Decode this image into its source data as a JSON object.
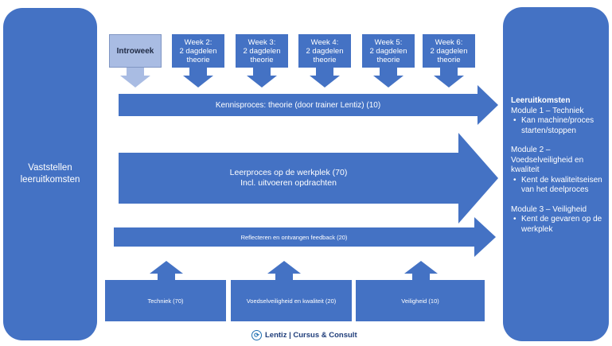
{
  "left_box": {
    "text_line1": "Vaststellen",
    "text_line2": "leeruitkomsten"
  },
  "weeks": [
    {
      "line1": "Introweek",
      "line2": "",
      "line3": ""
    },
    {
      "line1": "Week 2:",
      "line2": "2 dagdelen",
      "line3": "theorie"
    },
    {
      "line1": "Week 3:",
      "line2": "2 dagdelen",
      "line3": "theorie"
    },
    {
      "line1": "Week 4:",
      "line2": "2 dagdelen",
      "line3": "theorie"
    },
    {
      "line1": "Week 5:",
      "line2": "2 dagdelen",
      "line3": "theorie"
    },
    {
      "line1": "Week 6:",
      "line2": "2 dagdelen",
      "line3": "theorie"
    }
  ],
  "arrows": {
    "kennisproces": "Kennisproces: theorie (door trainer Lentiz) (10)",
    "leerproces_line1": "Leerproces op de werkplek (70)",
    "leerproces_line2": "Incl. uitvoeren opdrachten",
    "reflecteren": "Reflecteren en ontvangen feedback (20)"
  },
  "right_box": {
    "title": "Leeruitkomsten",
    "module1": "Module 1 – Techniek",
    "module1_bullet": "Kan machine/proces starten/stoppen",
    "module2": "Module 2 – Voedselveiligheid en kwaliteit",
    "module2_bullet": "Kent de kwaliteitseisen van het deelproces",
    "module3": "Module 3 – Veiligheid",
    "module3_bullet": "Kent de gevaren op de werkplek",
    "bullet_char": "•"
  },
  "bottom": [
    {
      "label": "Techniek (70)"
    },
    {
      "label": "Voedselveiligheid en kwaliteit (20)"
    },
    {
      "label": "Veiligheid (10)"
    }
  ],
  "logo": {
    "text": "Lentiz | Cursus & Consult",
    "mark": "⟳"
  },
  "colors": {
    "primary": "#4472C4",
    "intro": "#A9BCE3",
    "logo": "#1F3D7A"
  }
}
